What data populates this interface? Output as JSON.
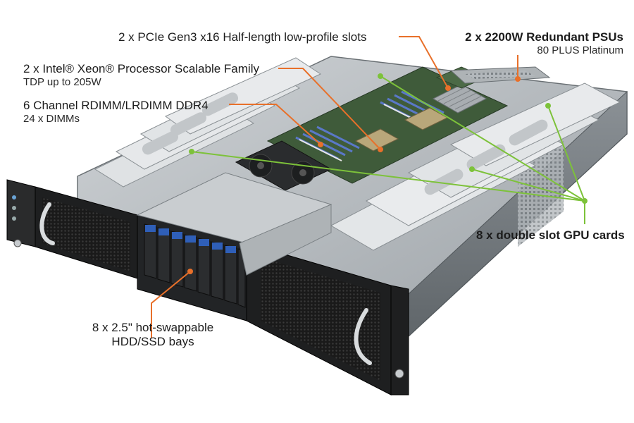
{
  "image": {
    "subject": "1U/2U rackmount GPU server chassis with top cover removed",
    "accent_orange": "#e8702a",
    "accent_green": "#7dc23a"
  },
  "labels": {
    "pcie": {
      "main": "2 x PCIe Gen3 x16 Half-length low-profile slots"
    },
    "psu": {
      "main": "2 x 2200W Redundant PSUs",
      "sub": "80 PLUS Platinum"
    },
    "cpu": {
      "main": "2 x Intel® Xeon® Processor Scalable Family",
      "sub": "TDP up to 205W"
    },
    "memory": {
      "main": "6 Channel RDIMM/LRDIMM DDR4",
      "sub": "24 x DIMMs"
    },
    "gpu": {
      "main": "8 x double slot GPU cards"
    },
    "drives": {
      "main": "8 x 2.5\" hot-swappable",
      "sub": "HDD/SSD bays"
    }
  }
}
